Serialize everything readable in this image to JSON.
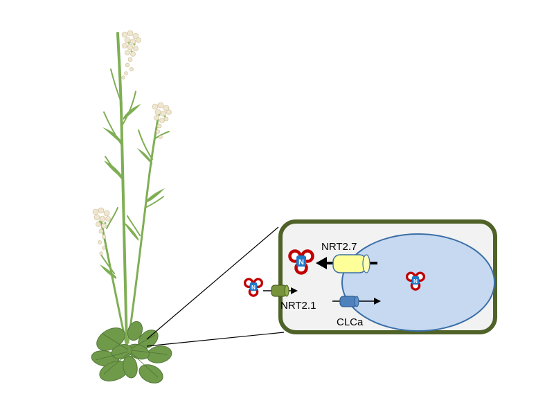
{
  "labels": {
    "transporter_vacuolar_export": "NRT2.7",
    "transporter_plasma_membrane": "NRT2.1",
    "transporter_vacuolar_import": "CLCa"
  },
  "molecule": {
    "center_letter": "N",
    "colors": {
      "oxygen": "#c00000",
      "nitrogen": "#1f78c8"
    }
  },
  "colors": {
    "cell_wall": "#4f6228",
    "cell_fill": "#f2f2f2",
    "vacuole_fill": "#c6d9f1",
    "vacuole_stroke": "#3a6ea5",
    "nrt27_fill": "#ffff99",
    "nrt21_fill": "#77933c",
    "clca_fill": "#4f81bd",
    "leaf": "#6f9a4a",
    "stem": "#7fae54",
    "flower": "#efe6cf"
  },
  "icons": [
    "arabidopsis-plant-icon",
    "nitrate-molecule-icon"
  ]
}
